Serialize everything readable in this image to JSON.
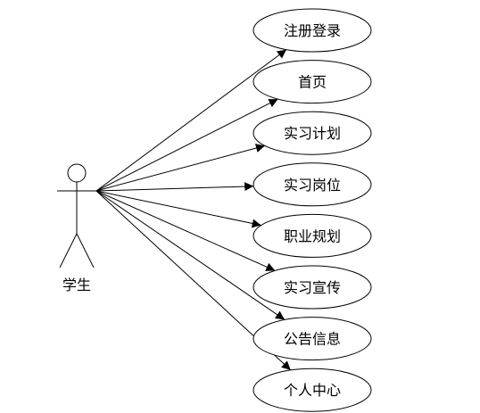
{
  "diagram": {
    "type": "use-case",
    "actor": {
      "label": "学生"
    },
    "use_cases": [
      {
        "label": "注册登录"
      },
      {
        "label": "首页"
      },
      {
        "label": "实习计划"
      },
      {
        "label": "实习岗位"
      },
      {
        "label": "职业规划"
      },
      {
        "label": "实习宣传"
      },
      {
        "label": "公告信息"
      },
      {
        "label": "个人中心"
      }
    ]
  }
}
